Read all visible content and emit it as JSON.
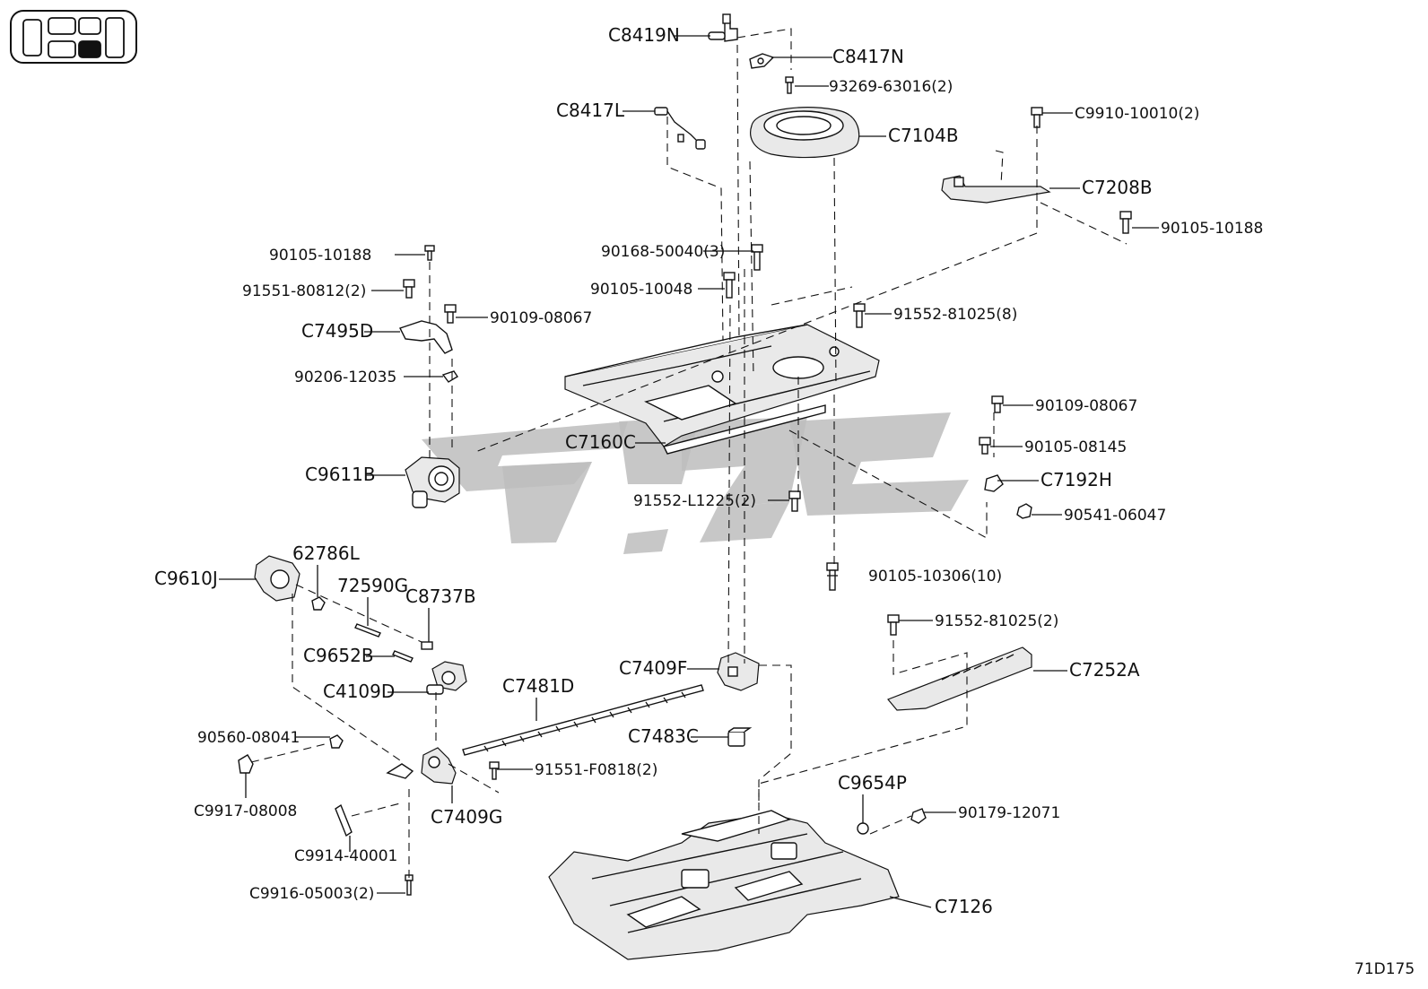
{
  "locator_icon": {
    "name": "seat-position-locator-icon"
  },
  "diagram_code": "71D175",
  "parts": [
    {
      "id": "C8419N"
    },
    {
      "id": "C8417N"
    },
    {
      "id": "93269-63016(2)"
    },
    {
      "id": "C8417L"
    },
    {
      "id": "C7104B"
    },
    {
      "id": "C9910-10010(2)"
    },
    {
      "id": "C7208B"
    },
    {
      "id": "90105-10188"
    },
    {
      "id": "90168-50040(3)"
    },
    {
      "id": "90105-10188"
    },
    {
      "id": "91551-80812(2)"
    },
    {
      "id": "90105-10048"
    },
    {
      "id": "90109-08067"
    },
    {
      "id": "91552-81025(8)"
    },
    {
      "id": "C7495D"
    },
    {
      "id": "90206-12035"
    },
    {
      "id": "90109-08067"
    },
    {
      "id": "90105-08145"
    },
    {
      "id": "C7160C"
    },
    {
      "id": "C7192H"
    },
    {
      "id": "C9611B"
    },
    {
      "id": "91552-L1225(2)"
    },
    {
      "id": "90541-06047"
    },
    {
      "id": "62786L"
    },
    {
      "id": "C9610J"
    },
    {
      "id": "72590G"
    },
    {
      "id": "C8737B"
    },
    {
      "id": "90105-10306(10)"
    },
    {
      "id": "91552-81025(2)"
    },
    {
      "id": "C9652B"
    },
    {
      "id": "C7409F"
    },
    {
      "id": "C7252A"
    },
    {
      "id": "C4109D"
    },
    {
      "id": "C7481D"
    },
    {
      "id": "C7483C"
    },
    {
      "id": "90560-08041"
    },
    {
      "id": "91551-F0818(2)"
    },
    {
      "id": "C9654P"
    },
    {
      "id": "C9917-08008"
    },
    {
      "id": "C7409G"
    },
    {
      "id": "90179-12071"
    },
    {
      "id": "C9914-40001"
    },
    {
      "id": "C7126"
    },
    {
      "id": "C9916-05003(2)"
    }
  ]
}
